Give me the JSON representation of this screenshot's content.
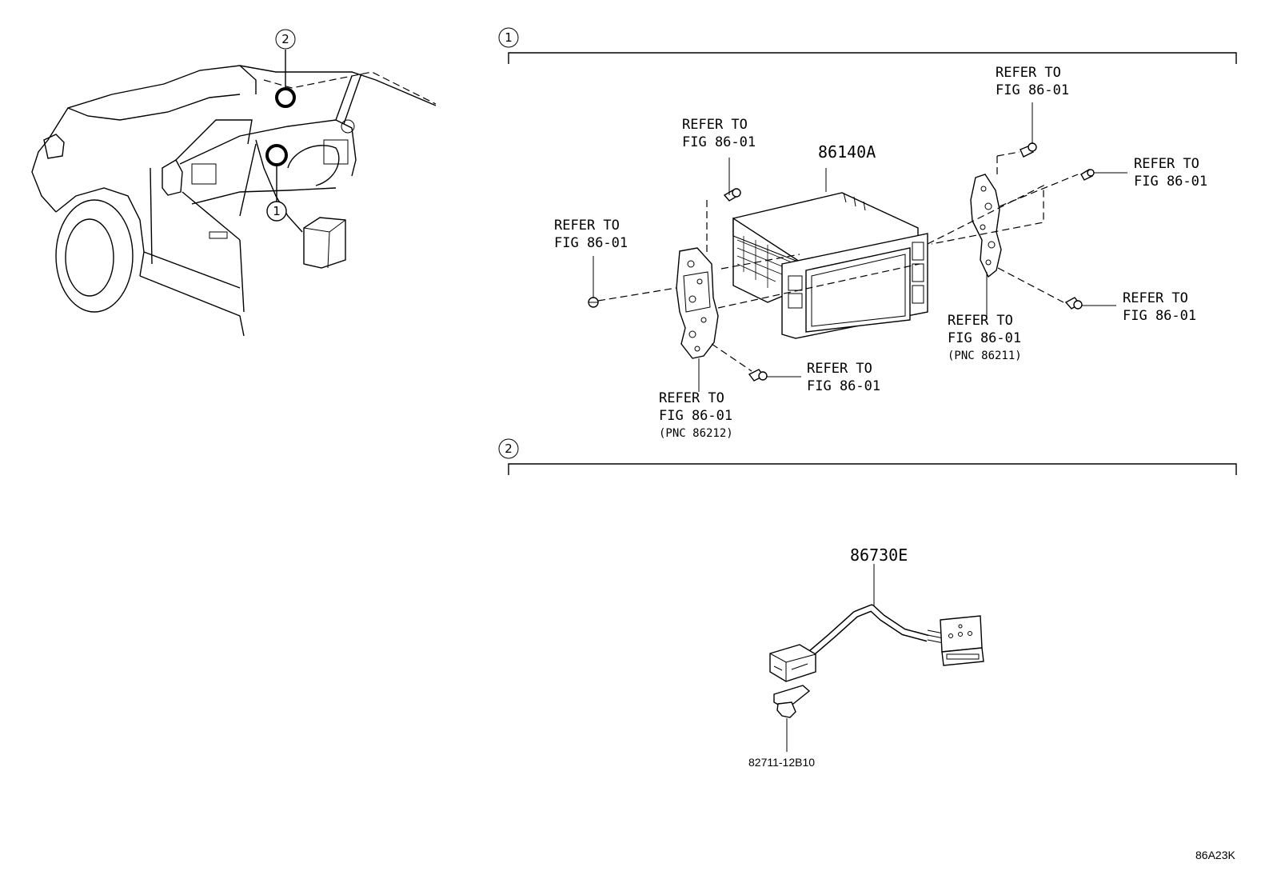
{
  "sections": [
    {
      "number": "1"
    },
    {
      "number": "2"
    }
  ],
  "overview": {
    "callouts": [
      "2",
      "1"
    ]
  },
  "section1": {
    "part_number": "86140A",
    "refer_label": "REFER TO",
    "refer_fig": "FIG 86-01",
    "pnc_left": "(PNC 86212)",
    "pnc_right": "(PNC 86211)"
  },
  "section2": {
    "harness_part_number": "86730E",
    "clip_part_number": "82711-12B10"
  },
  "figure_code": "86A23K"
}
